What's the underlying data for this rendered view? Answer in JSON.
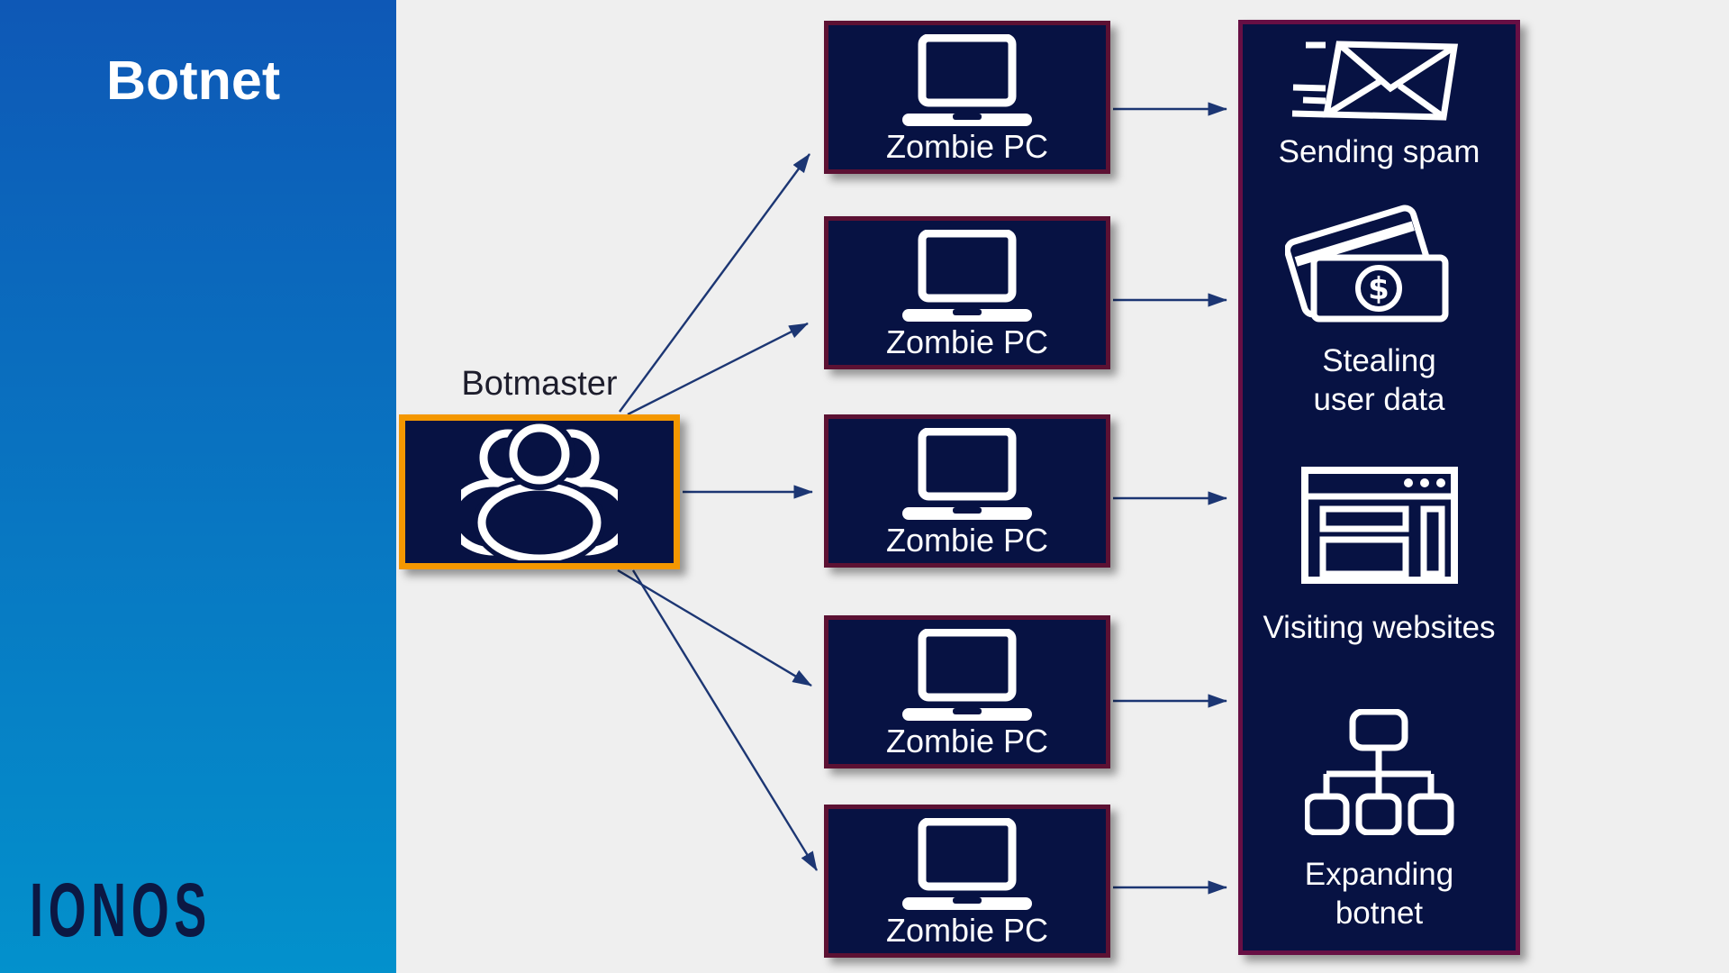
{
  "sidebar": {
    "title": "Botnet",
    "logo_text": "IONOS"
  },
  "diagram": {
    "botmaster": {
      "label": "Botmaster",
      "icon": "people-group-icon"
    },
    "zombies": [
      {
        "label": "Zombie PC",
        "icon": "laptop-icon"
      },
      {
        "label": "Zombie PC",
        "icon": "laptop-icon"
      },
      {
        "label": "Zombie PC",
        "icon": "laptop-icon"
      },
      {
        "label": "Zombie PC",
        "icon": "laptop-icon"
      },
      {
        "label": "Zombie PC",
        "icon": "laptop-icon"
      }
    ],
    "actions": [
      {
        "label": "Sending spam",
        "icon": "spam-email-icon"
      },
      {
        "label": "Stealing\nuser data",
        "icon": "credit-card-money-icon",
        "currency_symbol": "$"
      },
      {
        "label": "Visiting websites",
        "icon": "browser-window-icon"
      },
      {
        "label": "Expanding\nbotnet",
        "icon": "network-hierarchy-icon"
      }
    ]
  },
  "colors": {
    "sidebar_top": "#0e58b6",
    "sidebar_bottom": "#0391cc",
    "bg_gray": "#efefef",
    "box_navy": "#071243",
    "zombie_border": "#5c1133",
    "column_border": "#670f44",
    "accent_orange": "#f49700",
    "arrow": "#1c3673",
    "label_dark": "#1d1d2c",
    "logo_navy": "#0c1843",
    "white": "#ffffff"
  }
}
